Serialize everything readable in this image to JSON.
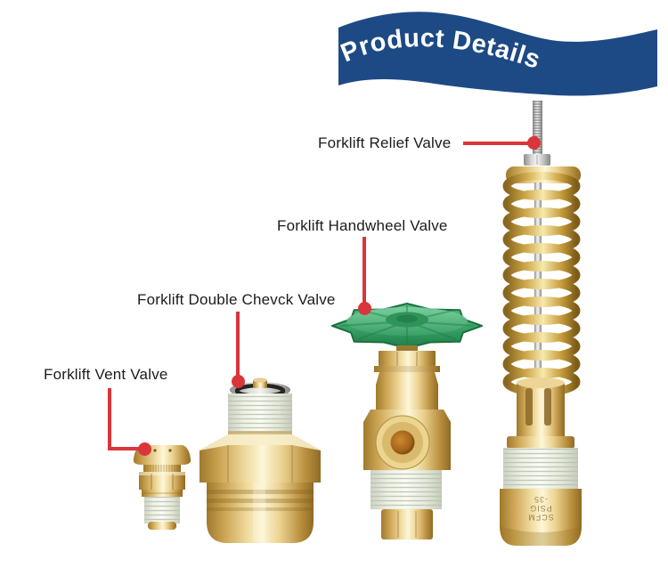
{
  "banner": {
    "title": "Product Details",
    "background_color": "#1d4a85",
    "text_color": "#ffffff"
  },
  "annotation": {
    "line_color": "#d9353b",
    "label_color": "#1b1b1b"
  },
  "products": [
    {
      "id": "vent-valve",
      "label": "Forklift Vent Valve"
    },
    {
      "id": "double-check-valve",
      "label": "Forklift Double Chevck Valve"
    },
    {
      "id": "handwheel-valve",
      "label": "Forklift Handwheel Valve"
    },
    {
      "id": "relief-valve",
      "label": "Forklift Relief Valve"
    }
  ],
  "relief_valve_engraving": {
    "line1": "SCFM",
    "line2": "PSIG",
    "line3": "-35"
  },
  "palette": {
    "brass": "#e9cf8e",
    "brass_dark": "#9c762a",
    "handwheel_green": "#3fae72",
    "spring_gold": "#cfa94c",
    "thread_tape_white": "#f2f4ec"
  }
}
